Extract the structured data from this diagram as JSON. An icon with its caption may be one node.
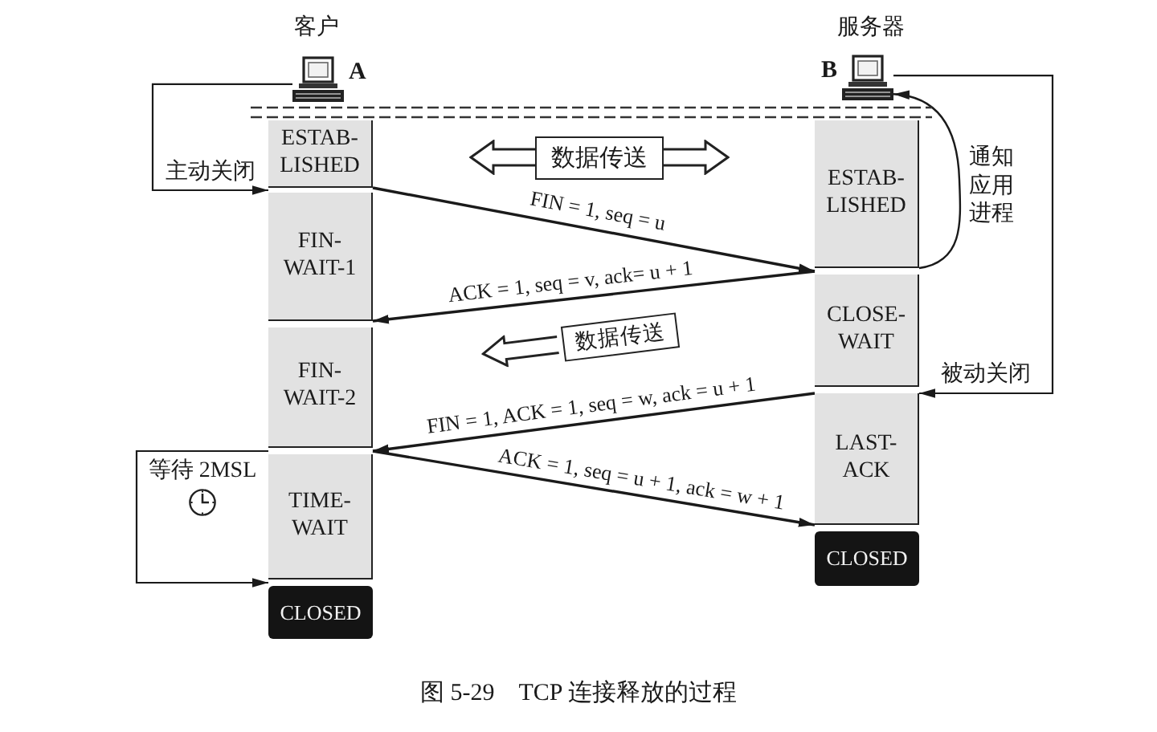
{
  "diagram": {
    "caption": "图 5-29　TCP 连接释放的过程",
    "nodes": [
      {
        "text": [],
        "shape": "picture",
        "beside": [
          "客户",
          "A"
        ]
      },
      {
        "text": [],
        "shape": "picture",
        "beside": [
          "服务器",
          "B"
        ]
      },
      {
        "text": [
          "数据传送"
        ]
      },
      {
        "text": [
          "ESTAB- LISHED"
        ]
      },
      {
        "text": [
          "ESTAB- LISHED"
        ]
      },
      {
        "text": [
          "FIN- WAIT-1"
        ]
      },
      {
        "text": [
          "CLOSE- WAIT"
        ]
      },
      {
        "text": [
          "数据传送"
        ]
      },
      {
        "text": [
          "FIN- WAIT-2"
        ]
      },
      {
        "text": [
          "LAST- ACK"
        ]
      },
      {
        "text": [
          "TIME- WAIT"
        ]
      },
      {
        "text": [
          "CLOSED"
        ]
      },
      {
        "text": [
          "CLOSED"
        ]
      }
    ],
    "edges": [
      {
        "from": 0,
        "to": 5,
        "arrow": "to",
        "label": "主动关闭"
      },
      {
        "from": 3,
        "to": 4,
        "arrow": "to",
        "label": "FIN = 1, seq = u"
      },
      {
        "from": 4,
        "to": 1,
        "arrow": "to",
        "label": "通知应用进程"
      },
      {
        "from": 6,
        "to": 5,
        "arrow": "to",
        "label": "ACK = 1, seq = v, ack= u + 1"
      },
      {
        "from": 1,
        "to": 9,
        "arrow": "to",
        "label": "被动关闭"
      },
      {
        "from": 9,
        "to": 8,
        "arrow": "to",
        "label": "FIN = 1, ACK = 1, seq = w, ack = u + 1"
      },
      {
        "from": 10,
        "to": 9,
        "arrow": "to",
        "label": "ACK = 1, seq = u + 1, ack = w + 1"
      },
      {
        "from": 10,
        "to": 12,
        "arrow": "to",
        "label": "等待 2MSL"
      }
    ]
  }
}
